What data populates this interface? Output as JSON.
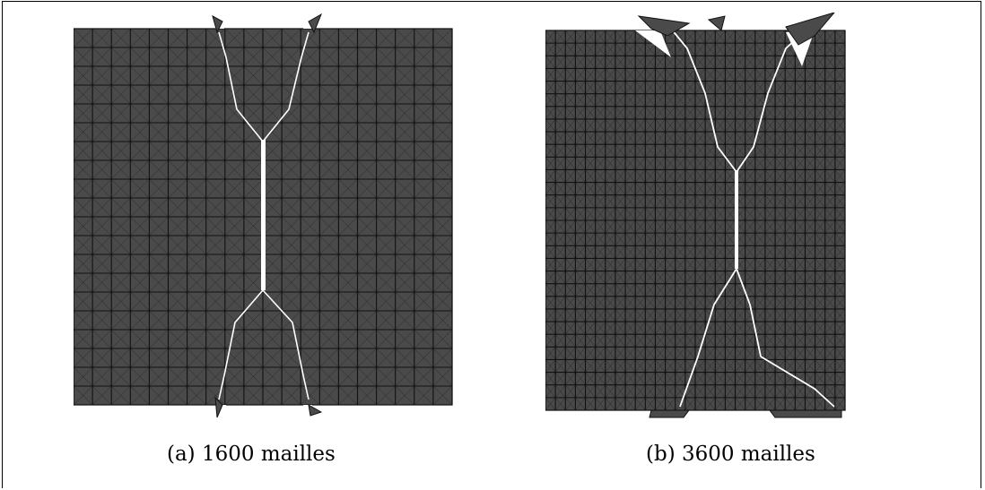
{
  "panels": [
    {
      "id": "a",
      "caption": "(a) 1600 mailles",
      "grid_divisions": 20
    },
    {
      "id": "b",
      "caption": "(b) 3600 mailles",
      "grid_divisions": 30
    }
  ],
  "colors": {
    "mesh_fill": "#4a4a4a",
    "mesh_lines": "#111111",
    "crack": "#ffffff",
    "background": "#ffffff"
  }
}
